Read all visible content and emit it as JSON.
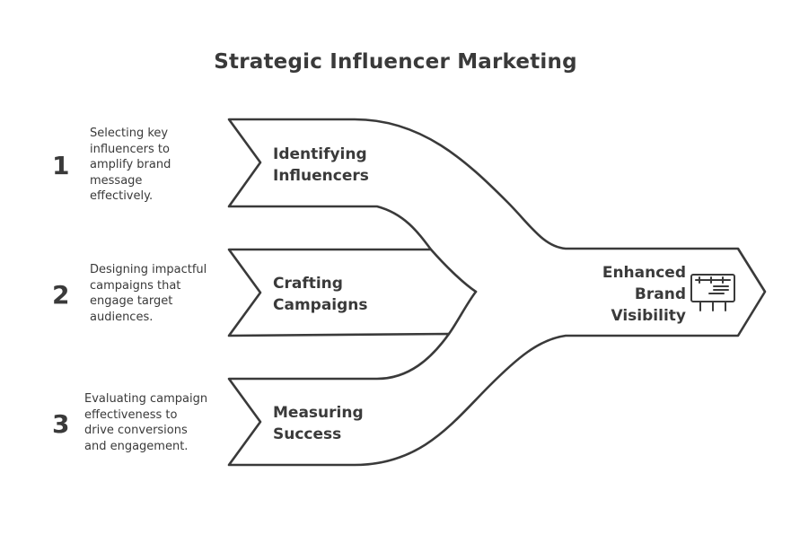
{
  "title": "Strategic Influencer Marketing",
  "steps": [
    {
      "number": "1",
      "label_lines": [
        "Identifying",
        "Influencers"
      ],
      "desc_lines": [
        "Selecting key",
        "influencers to",
        "amplify brand",
        "message",
        "effectively."
      ]
    },
    {
      "number": "2",
      "label_lines": [
        "Crafting",
        "Campaigns"
      ],
      "desc_lines": [
        "Designing impactful",
        "campaigns that",
        "engage target",
        "audiences."
      ]
    },
    {
      "number": "3",
      "label_lines": [
        "Measuring",
        "Success"
      ],
      "desc_lines": [
        "Evaluating campaign",
        "effectiveness to",
        "drive conversions",
        "and engagement."
      ]
    }
  ],
  "outcome": {
    "label_lines": [
      "Enhanced",
      "Brand",
      "Visibility"
    ],
    "icon": "billboard-icon"
  },
  "colors": {
    "stroke": "#3a3a3a",
    "text": "#3a3a3a",
    "background": "#ffffff"
  }
}
